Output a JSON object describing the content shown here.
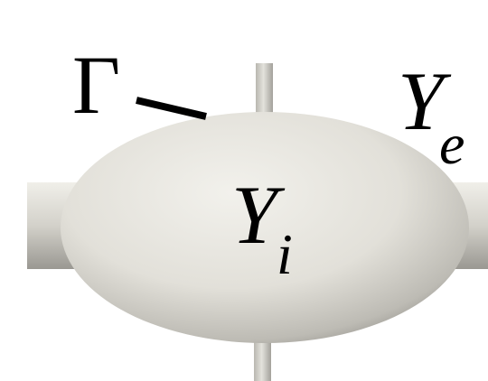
{
  "labels": {
    "interface": "Γ",
    "exterior_main": "Y",
    "exterior_sub": "e",
    "interior_main": "Y",
    "interior_sub": "i"
  },
  "colors": {
    "background": "#ffffff",
    "body_light": "#efeee8",
    "body_mid": "#d6d4cd",
    "body_dark": "#9c9a94",
    "pointer": "#000000"
  }
}
